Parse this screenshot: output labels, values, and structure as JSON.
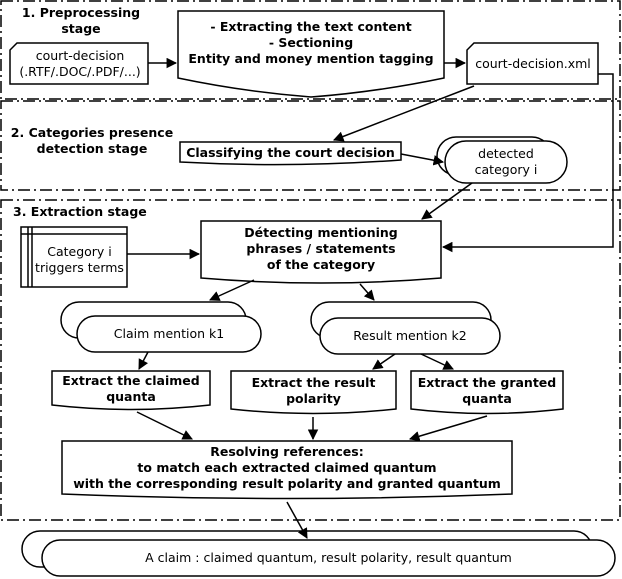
{
  "stages": {
    "stage1": "1. Preprocessing\nstage",
    "stage2": "2. Categories presence\ndetection stage",
    "stage3": "3. Extraction stage"
  },
  "nodes": {
    "court_decision_input": "court-decision\n(.RTF/.DOC/.PDF/...)",
    "extracting_process": "- Extracting the text content\n- Sectioning\nEntity and money mention tagging",
    "court_decision_xml": "court-decision.xml",
    "classifying": "Classifying the court decision",
    "detected_category": "detected\ncategory i",
    "category_triggers": "Category i\ntriggers terms",
    "detecting_phrases": "Détecting mentioning\nphrases / statements\nof the category",
    "claim_mention": "Claim mention k1",
    "result_mention": "Result mention k2",
    "extract_claimed": "Extract the claimed\nquanta",
    "extract_polarity": "Extract the result\npolarity",
    "extract_granted": "Extract the granted\nquanta",
    "resolving": "Resolving references:\nto match each extracted claimed quantum\nwith the corresponding result polarity and granted quantum",
    "final_claim": "A claim : claimed quantum, result polarity, result quantum"
  },
  "colors": {
    "stroke": "#000000",
    "fill": "#ffffff"
  }
}
